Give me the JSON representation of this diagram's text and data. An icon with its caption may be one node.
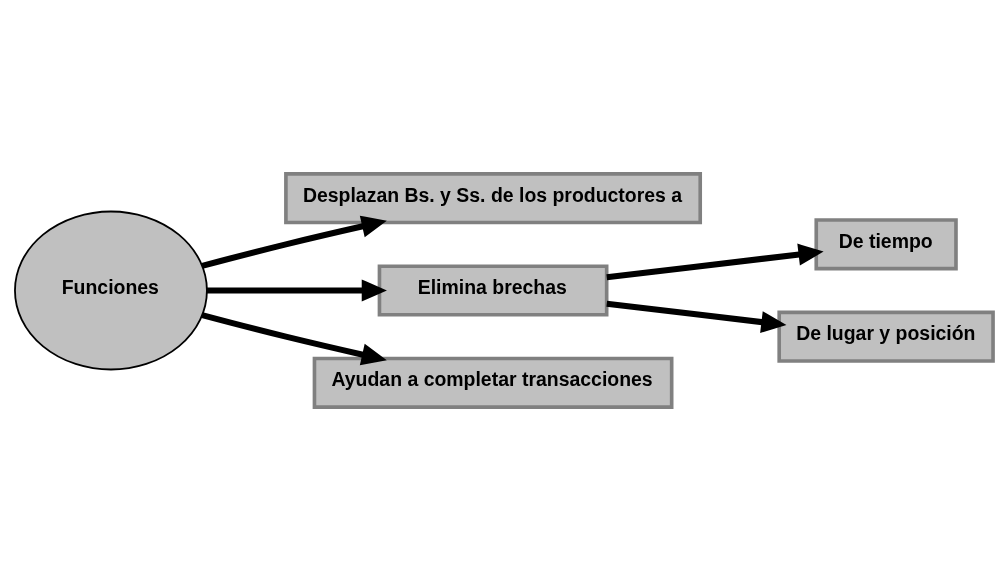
{
  "diagram": {
    "nodes": [
      {
        "text": [
          "Funciones"
        ]
      },
      {
        "text": [
          "Desplazan Bs. y Ss. de los productores a"
        ]
      },
      {
        "text": [
          "Elimina brechas"
        ]
      },
      {
        "text": [
          "Ayudan a completar transacciones"
        ]
      },
      {
        "text": [
          "De tiempo"
        ]
      },
      {
        "text": [
          "De lugar y posición"
        ]
      }
    ],
    "edges": [
      {
        "from": 0,
        "to": 1,
        "arrow": "to"
      },
      {
        "from": 0,
        "to": 2,
        "arrow": "to"
      },
      {
        "from": 0,
        "to": 3,
        "arrow": "to"
      },
      {
        "from": 2,
        "to": 4,
        "arrow": "to"
      },
      {
        "from": 2,
        "to": 5,
        "arrow": "to"
      }
    ]
  }
}
